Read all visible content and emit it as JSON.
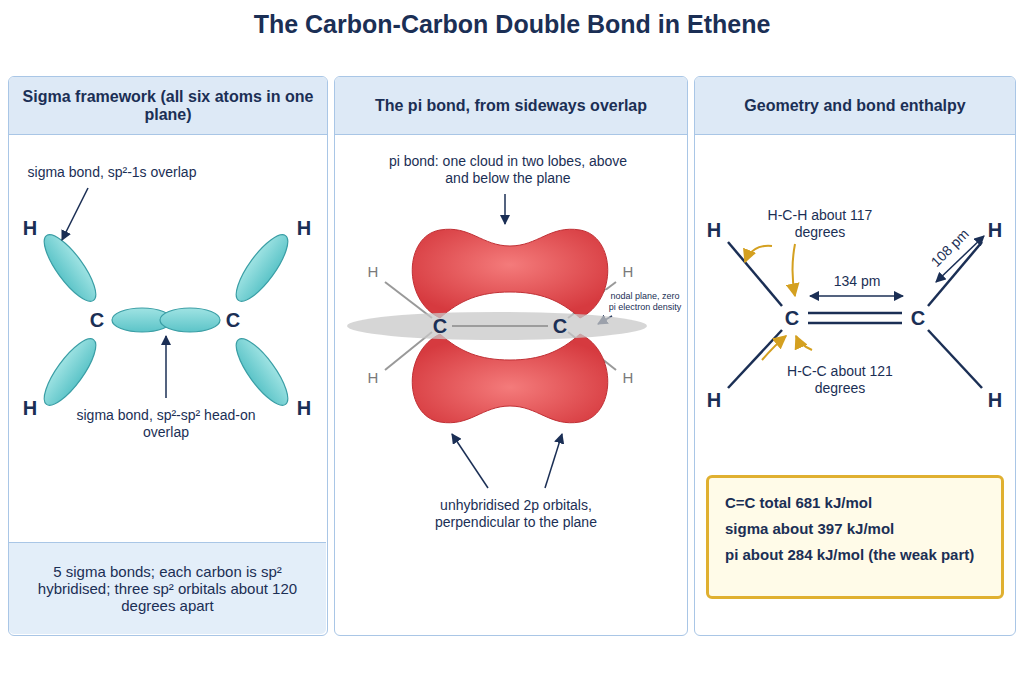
{
  "diagram": {
    "title": "The Carbon-Carbon Double Bond in Ethene",
    "nodes": [
      {
        "text": [
          "Sigma framework (all six atoms in one plane)"
        ]
      },
      {
        "text": [
          "5 sigma bonds; each carbon is sp² hybridised; three sp² orbitals about 120 degrees apart"
        ],
        "in": 0
      },
      {
        "text": [
          "The pi bond, from sideways overlap"
        ]
      },
      {
        "text": [
          "Geometry and bond enthalpy"
        ]
      },
      {
        "text": [
          "C=C total 681 kJ/mol",
          "sigma about 397 kJ/mol",
          "pi about 284 kJ/mol (the weak part)"
        ],
        "in": 3
      }
    ],
    "edges": [],
    "labels": [
      "sigma bond, sp²-1s overlap",
      "H",
      "H",
      "C",
      "C",
      "H",
      "H",
      "sigma bond, sp²-sp² head-on overlap",
      "pi bond: one cloud in two lobes, above and below the plane",
      "H",
      "H",
      "nodal plane, zero pi electron density",
      "C",
      "C",
      "H",
      "H",
      "unhybridised 2p orbitals, perpendicular to the plane",
      "H-C-H about 117 degrees",
      "H",
      "108 pm",
      "H",
      "134 pm",
      "C",
      "C",
      "H",
      "H",
      "H-C-C about 121 degrees"
    ]
  }
}
